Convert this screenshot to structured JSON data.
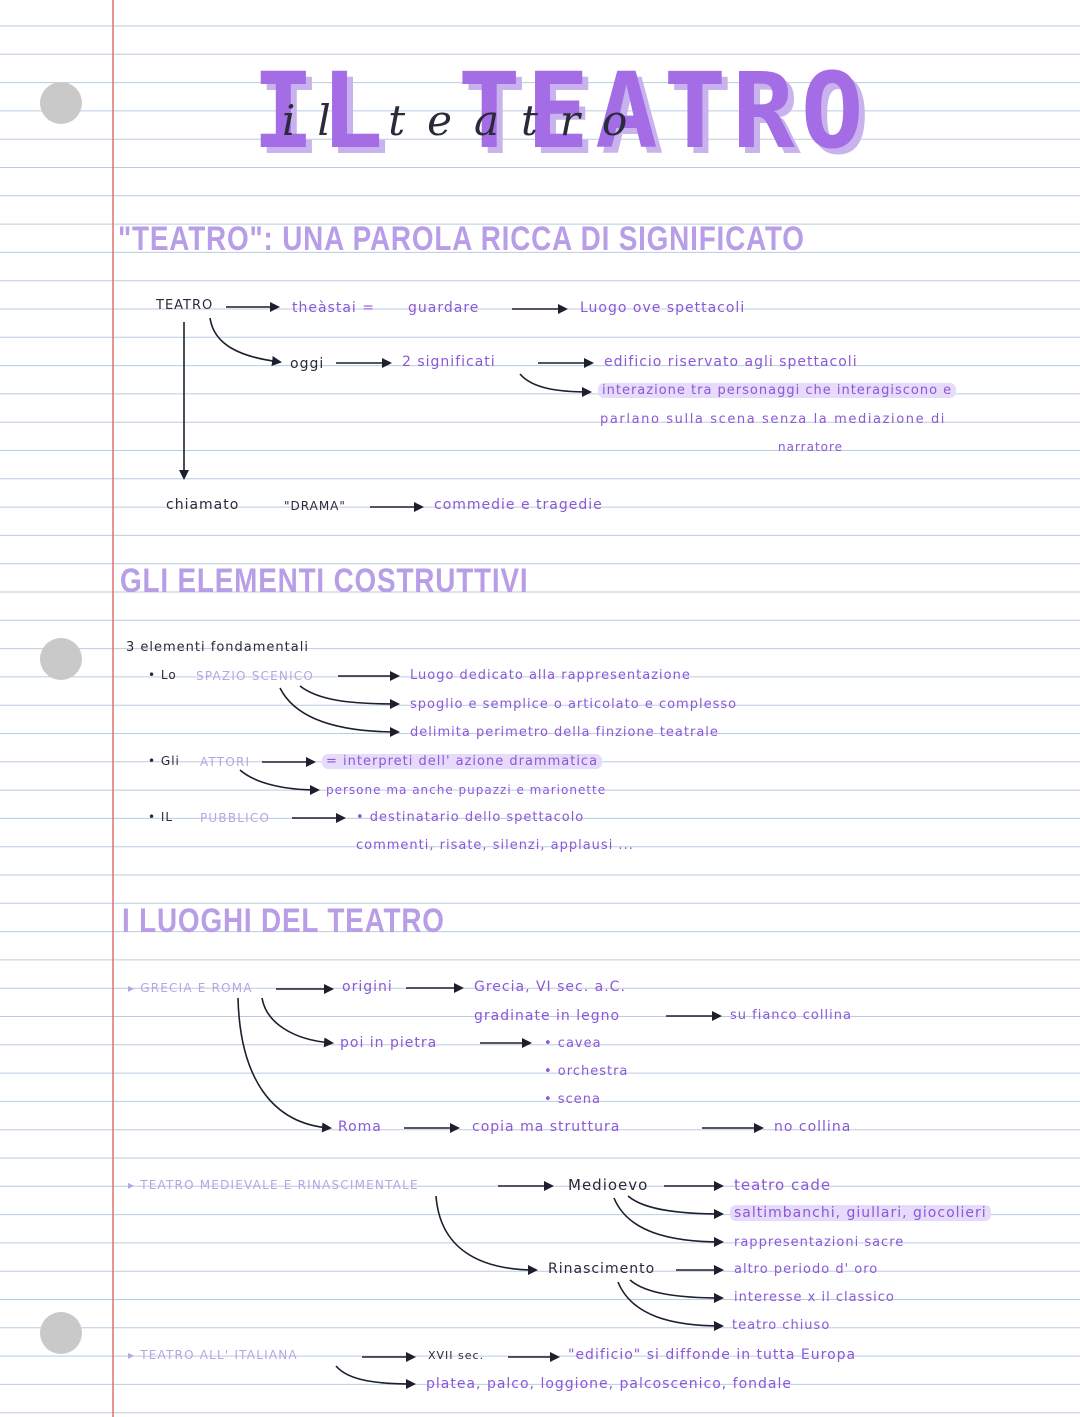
{
  "title": "IL TEATRO",
  "title_script": "il teatro",
  "sections": {
    "s1": "\"TEATRO\": UNA PAROLA RICCA DI SIGNIFICATO",
    "s2": "GLI ELEMENTI COSTRUTTIVI",
    "s3": "I LUOGHI DEL TEATRO"
  },
  "s1": {
    "teatro": "TEATRO",
    "theastai": "theàstai =",
    "guardare": "guardare",
    "luogo": "Luogo ove spettacoli",
    "oggi": "oggi",
    "due_sig": "2 significati",
    "edificio": "edificio riservato agli spettacoli",
    "interazione1": "interazione tra personaggi che interagiscono e",
    "interazione2": "parlano sulla scena senza la mediazione di",
    "interazione3": "narratore",
    "chiamato": "chiamato",
    "drama": "\"DRAMA\"",
    "commedie": "commedie e tragedie"
  },
  "s2": {
    "intro": "3 elementi fondamentali",
    "spazio_pre": "• Lo",
    "spazio": "SPAZIO SCENICO",
    "spazio_a": "Luogo dedicato alla rappresentazione",
    "spazio_b": "spoglio e semplice o articolato e complesso",
    "spazio_c": "delimita perimetro della finzione teatrale",
    "attori_pre": "• Gli",
    "attori": "ATTORI",
    "attori_a": "= interpreti dell' azione drammatica",
    "attori_b": "persone ma anche pupazzi e marionette",
    "pubblico_pre": "• IL",
    "pubblico": "PUBBLICO",
    "pubblico_a": "• destinatario dello spettacolo",
    "pubblico_b": "commenti, risate, silenzi, applausi ..."
  },
  "s3": {
    "grecia": "▸ GRECIA E ROMA",
    "origini": "origini",
    "grecia_sec": "Grecia, VI sec. a.C.",
    "gradinate": "gradinate in legno",
    "fianco": "su fianco collina",
    "pietra": "poi in pietra",
    "cavea": "• cavea",
    "orchestra": "• orchestra",
    "scena": "• scena",
    "roma": "Roma",
    "copia": "copia ma struttura",
    "nocollina": "no collina",
    "medievale": "▸ TEATRO MEDIEVALE E RINASCIMENTALE",
    "medioevo": "Medioevo",
    "cade": "teatro cade",
    "saltimbanchi": "saltimbanchi, giullari, giocolieri",
    "sacre": "rappresentazioni sacre",
    "rinascimento": "Rinascimento",
    "oro": "altro periodo d' oro",
    "classico": "interesse x il classico",
    "chiuso": "teatro chiuso",
    "italiana": "▸ TEATRO ALL' ITALIANA",
    "xvii": "XVII sec.",
    "edificio": "\"edificio\" si diffonde in tutta Europa",
    "platea": "platea, palco, loggione, palcoscenico, fondale"
  },
  "colors": {
    "accent": "#a46de6",
    "heading": "#b79ee6",
    "ink": "#2b2a3a",
    "rule": "#b9cde0",
    "margin": "#e07070"
  }
}
